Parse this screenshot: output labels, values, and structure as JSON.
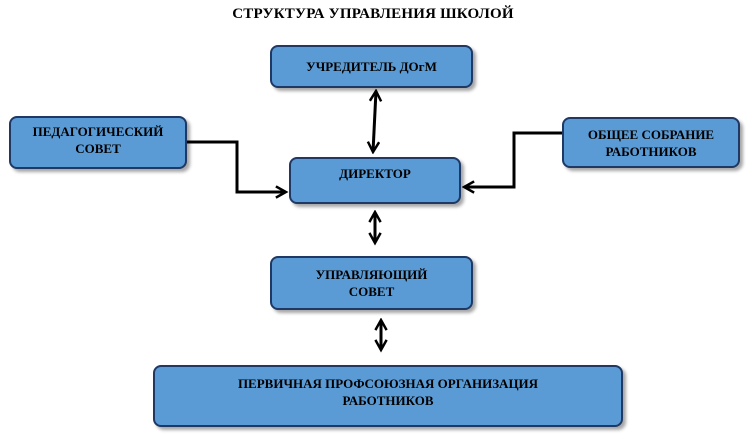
{
  "title": "СТРУКТУРА УПРАВЛЕНИЯ ШКОЛОЙ",
  "nodes": {
    "founder": "УЧРЕДИТЕЛЬ ДОгМ",
    "pedagogical_council": "ПЕДАГОГИЧЕСКИЙ\nСОВЕТ",
    "general_meeting": "ОБЩЕЕ СОБРАНИЕ\nРАБОТНИКОВ",
    "director": "ДИРЕКТОР",
    "governing_council": "УПРАВЛЯЮЩИЙ\nСОВЕТ",
    "trade_union": "ПЕРВИЧНАЯ ПРОФСОЮЗНАЯ ОРГАНИЗАЦИЯ\nРАБОТНИКОВ"
  },
  "colors": {
    "box_fill": "#5b9bd5",
    "box_border": "#1f3864",
    "connector": "#000000"
  },
  "connections": [
    {
      "from": "pedagogical_council",
      "to": "director",
      "type": "one-way"
    },
    {
      "from": "general_meeting",
      "to": "director",
      "type": "one-way"
    },
    {
      "from": "founder",
      "to": "director",
      "type": "two-way"
    },
    {
      "from": "director",
      "to": "governing_council",
      "type": "two-way"
    },
    {
      "from": "governing_council",
      "to": "trade_union",
      "type": "two-way"
    }
  ]
}
